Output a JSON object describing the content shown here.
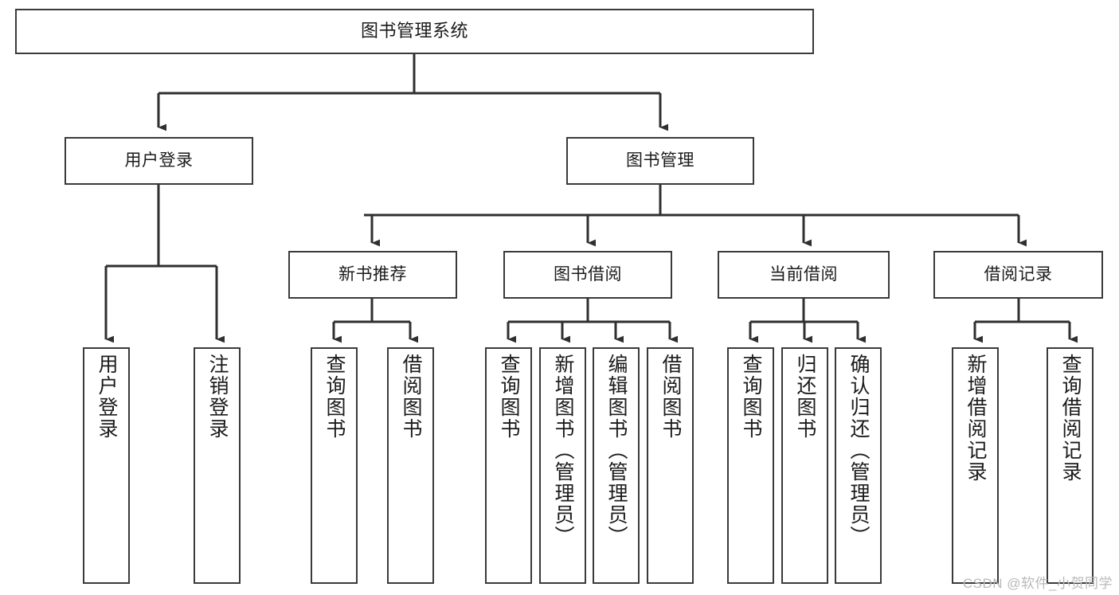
{
  "diagram": {
    "title": "图书管理系统",
    "watermark": "CSDN @软件_小贺同学",
    "colors": {
      "box_border": "#3a3a3a",
      "box_fill": "#ffffff",
      "connector": "#2f2f2f",
      "text": "#1b1b1b",
      "watermark": "#b9b9b9",
      "background": "#ffffff"
    },
    "nodes": {
      "root": {
        "label": "图书管理系统"
      },
      "level1": [
        {
          "label": "用户登录"
        },
        {
          "label": "图书管理"
        }
      ],
      "level2": [
        {
          "label": "新书推荐"
        },
        {
          "label": "图书借阅"
        },
        {
          "label": "当前借阅"
        },
        {
          "label": "借阅记录"
        }
      ],
      "leaves": {
        "user_login": [
          {
            "label": "用户登录"
          },
          {
            "label": "注销登录"
          }
        ],
        "new_book_recommend": [
          {
            "label": "查询图书"
          },
          {
            "label": "借阅图书"
          }
        ],
        "book_borrow": [
          {
            "label": "查询图书"
          },
          {
            "label": "新增图书（管理员）"
          },
          {
            "label": "编辑图书（管理员）"
          },
          {
            "label": "借阅图书"
          }
        ],
        "current_borrow": [
          {
            "label": "查询图书"
          },
          {
            "label": "归还图书"
          },
          {
            "label": "确认归还（管理员）"
          }
        ],
        "borrow_record": [
          {
            "label": "新增借阅记录"
          },
          {
            "label": "查询借阅记录"
          }
        ]
      }
    }
  }
}
